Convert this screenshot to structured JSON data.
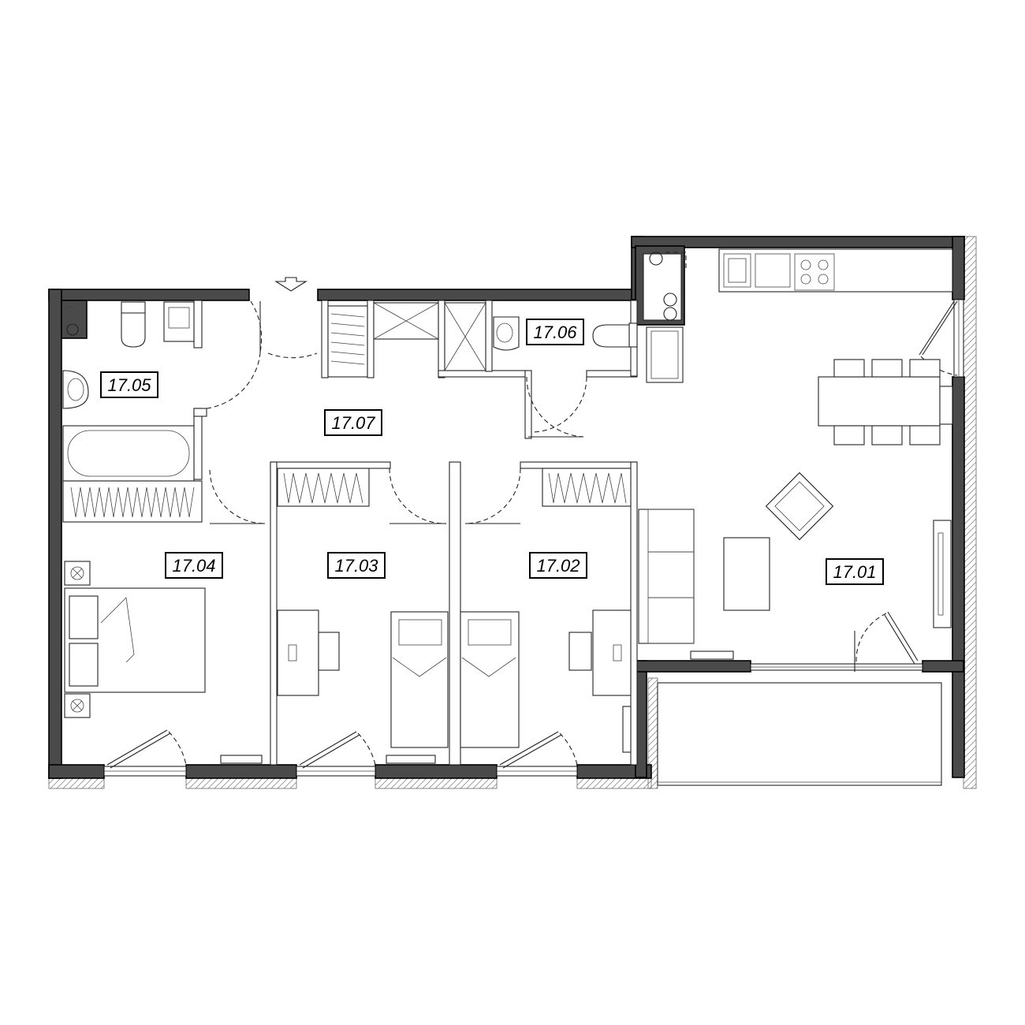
{
  "rooms": [
    {
      "id": "17.01",
      "label": "17.01"
    },
    {
      "id": "17.02",
      "label": "17.02"
    },
    {
      "id": "17.03",
      "label": "17.03"
    },
    {
      "id": "17.04",
      "label": "17.04"
    },
    {
      "id": "17.05",
      "label": "17.05"
    },
    {
      "id": "17.06",
      "label": "17.06"
    },
    {
      "id": "17.07",
      "label": "17.07"
    }
  ],
  "icons": {
    "entrance": "entrance-arrow-icon",
    "window": "window-icon",
    "door": "door-swing-icon",
    "radiator": "radiator-icon"
  },
  "colors": {
    "wall": "#4a4a4a",
    "line": "#222222",
    "background": "#ffffff"
  }
}
